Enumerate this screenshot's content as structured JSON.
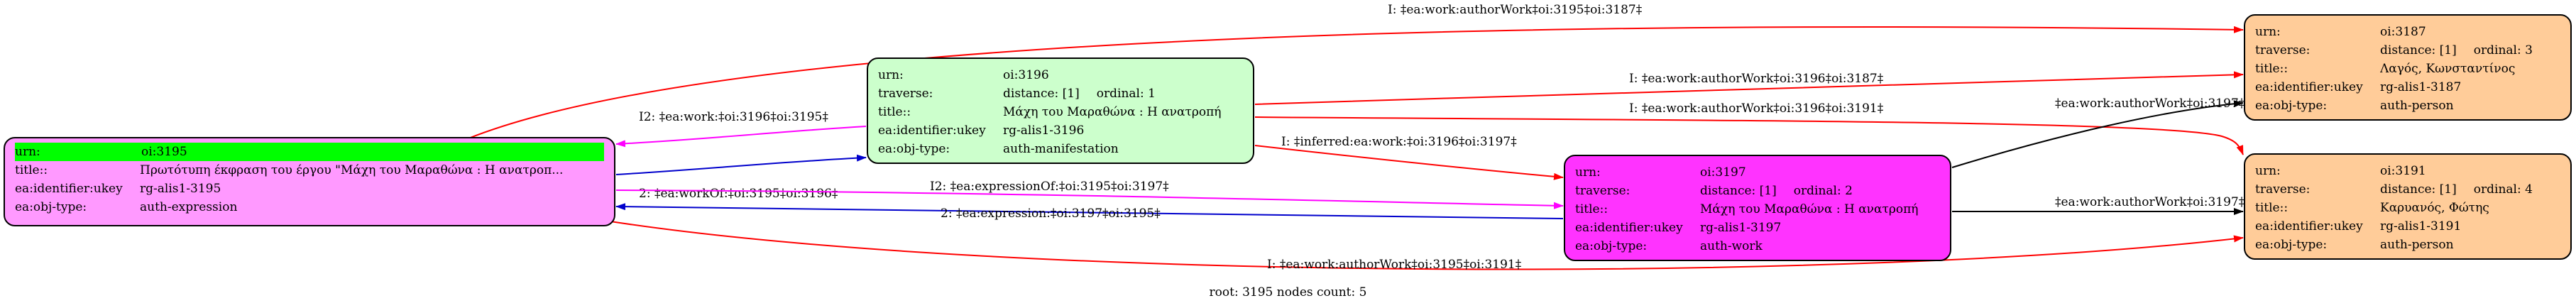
{
  "nodes": {
    "n3195": {
      "urn_key": "urn:",
      "urn_val": "oi:3195",
      "title_key": "title::",
      "title_val": "Πρωτότυπη έκφραση του έργου \"Μάχη του Μαραθώνα : Η ανατροπ...",
      "ukey_key": "ea:identifier:ukey",
      "ukey_val": "rg-alis1-3195",
      "type_key": "ea:obj-type:",
      "type_val": "auth-expression",
      "fill": "#ff99ff"
    },
    "n3196": {
      "urn_key": "urn:",
      "urn_val": "oi:3196",
      "trav_key": "traverse:",
      "trav_dist": "distance: [1]",
      "trav_ord": "ordinal: 1",
      "title_key": "title::",
      "title_val": "Μάχη του Μαραθώνα : Η ανατροπή",
      "ukey_key": "ea:identifier:ukey",
      "ukey_val": "rg-alis1-3196",
      "type_key": "ea:obj-type:",
      "type_val": "auth-manifestation",
      "fill": "#ccffcc"
    },
    "n3197": {
      "urn_key": "urn:",
      "urn_val": "oi:3197",
      "trav_key": "traverse:",
      "trav_dist": "distance: [1]",
      "trav_ord": "ordinal: 2",
      "title_key": "title::",
      "title_val": "Μάχη του Μαραθώνα : Η ανατροπή",
      "ukey_key": "ea:identifier:ukey",
      "ukey_val": "rg-alis1-3197",
      "type_key": "ea:obj-type:",
      "type_val": "auth-work",
      "fill": "#ff33ff"
    },
    "n3187": {
      "urn_key": "urn:",
      "urn_val": "oi:3187",
      "trav_key": "traverse:",
      "trav_dist": "distance: [1]",
      "trav_ord": "ordinal: 3",
      "title_key": "title::",
      "title_val": "Λαγός, Κωνσταντίνος",
      "ukey_key": "ea:identifier:ukey",
      "ukey_val": "rg-alis1-3187",
      "type_key": "ea:obj-type:",
      "type_val": "auth-person",
      "fill": "#ffcc99"
    },
    "n3191": {
      "urn_key": "urn:",
      "urn_val": "oi:3191",
      "trav_key": "traverse:",
      "trav_dist": "distance: [1]",
      "trav_ord": "ordinal: 4",
      "title_key": "title::",
      "title_val": "Καρυανός, Φώτης",
      "ukey_key": "ea:identifier:ukey",
      "ukey_val": "rg-alis1-3191",
      "type_key": "ea:obj-type:",
      "type_val": "auth-person",
      "fill": "#ffcc99"
    }
  },
  "highlight_color": "#00ff00",
  "edges": [
    {
      "label": "I: ‡ea:work:authorWork‡oi:3195‡oi:3187‡",
      "color": "#ff0000"
    },
    {
      "label": "I2: ‡ea:work:‡oi:3196‡oi:3195‡",
      "color": "#ff00ff"
    },
    {
      "label": "2: ‡ea:workOf:‡oi:3195‡oi:3196‡",
      "color": "#0000cc"
    },
    {
      "label": "I: ‡ea:work:authorWork‡oi:3196‡oi:3187‡",
      "color": "#ff0000"
    },
    {
      "label": "I: ‡ea:work:authorWork‡oi:3196‡oi:3191‡",
      "color": "#ff0000"
    },
    {
      "label": "I: ‡inferred:ea:work:‡oi:3196‡oi:3197‡",
      "color": "#ff0000"
    },
    {
      "label": "‡ea:work:authorWork‡oi:3197‡oi:3187‡",
      "color": "#000000"
    },
    {
      "label": "‡ea:work:authorWork‡oi:3197‡oi:3191‡",
      "color": "#000000"
    },
    {
      "label": "I2: ‡ea:expressionOf:‡oi:3195‡oi:3197‡",
      "color": "#ff00ff"
    },
    {
      "label": "2: ‡ea:expression:‡oi:3197‡oi:3195‡",
      "color": "#0000cc"
    },
    {
      "label": "I: ‡ea:work:authorWork‡oi:3195‡oi:3191‡",
      "color": "#ff0000"
    }
  ],
  "caption": "root: 3195 nodes count: 5"
}
